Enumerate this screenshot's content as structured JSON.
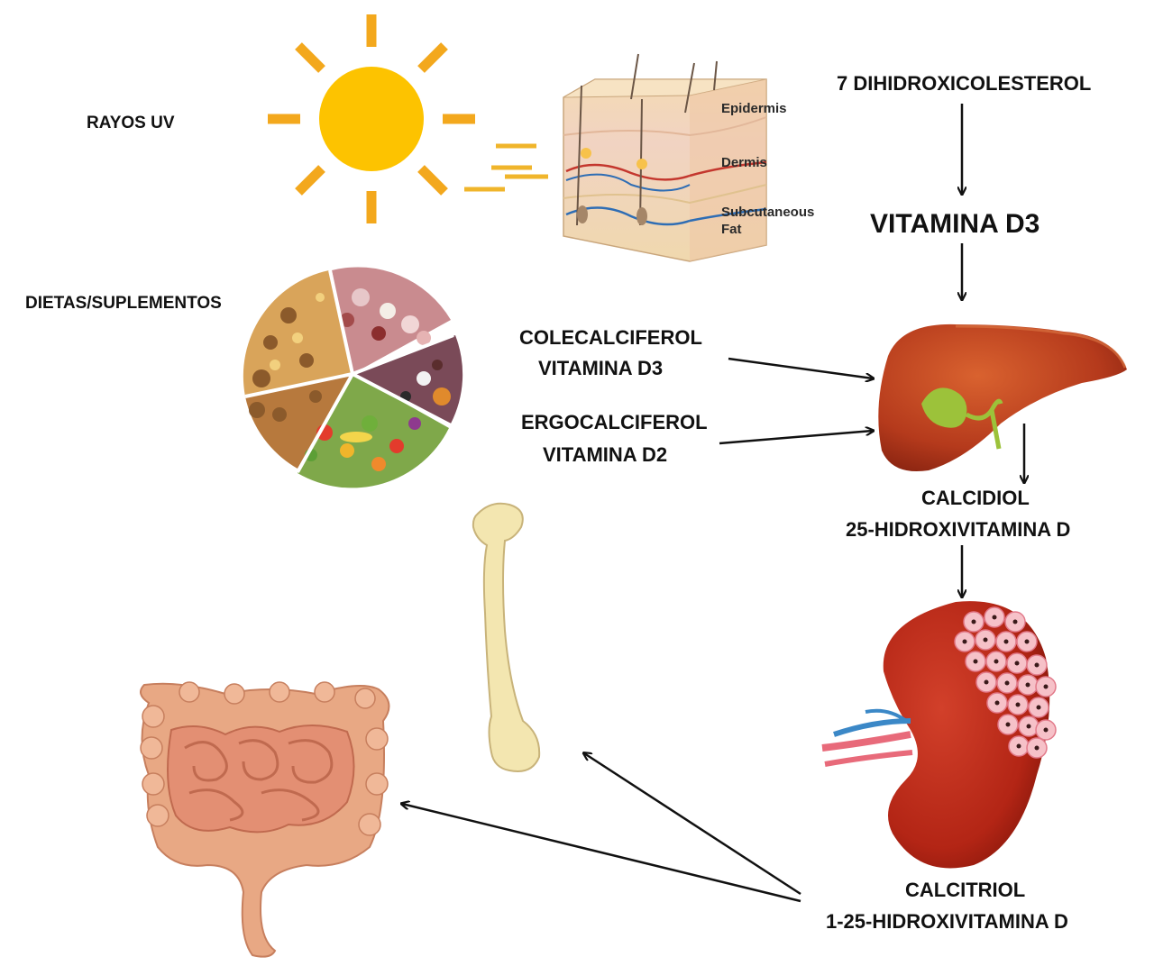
{
  "labels": {
    "uv_rays": "RAYOS UV",
    "diet": "DIETAS/SUPLEMENTOS",
    "precursor": "7 DIHIDROXICOLESTEROL",
    "vitamin_d3_main": "VITAMINA D3",
    "cholecalciferol_line1": "COLECALCIFEROL",
    "cholecalciferol_line2": "VITAMINA D3",
    "ergocalciferol_line1": "ERGOCALCIFEROL",
    "ergocalciferol_line2": "VITAMINA D2",
    "calcidiol_line1": "CALCIDIOL",
    "calcidiol_line2": "25-HIDROXIVITAMINA D",
    "calcitriol_line1": "CALCITRIOL",
    "calcitriol_line2": "1-25-HIDROXIVITAMINA D"
  },
  "skin_layers": {
    "epidermis": "Epidermis",
    "dermis": "Dermis",
    "subcutaneous_line1": "Subcutaneous",
    "subcutaneous_line2": "Fat"
  },
  "colors": {
    "sun": "#FDC300",
    "sun_rays": "#F3A81D",
    "liver": "#B53A1C",
    "gallbladder": "#9CC23A",
    "kidney": "#B32515",
    "bone": "#F3E6B0",
    "intestine": "#E39B7A",
    "arrow": "#111111"
  }
}
